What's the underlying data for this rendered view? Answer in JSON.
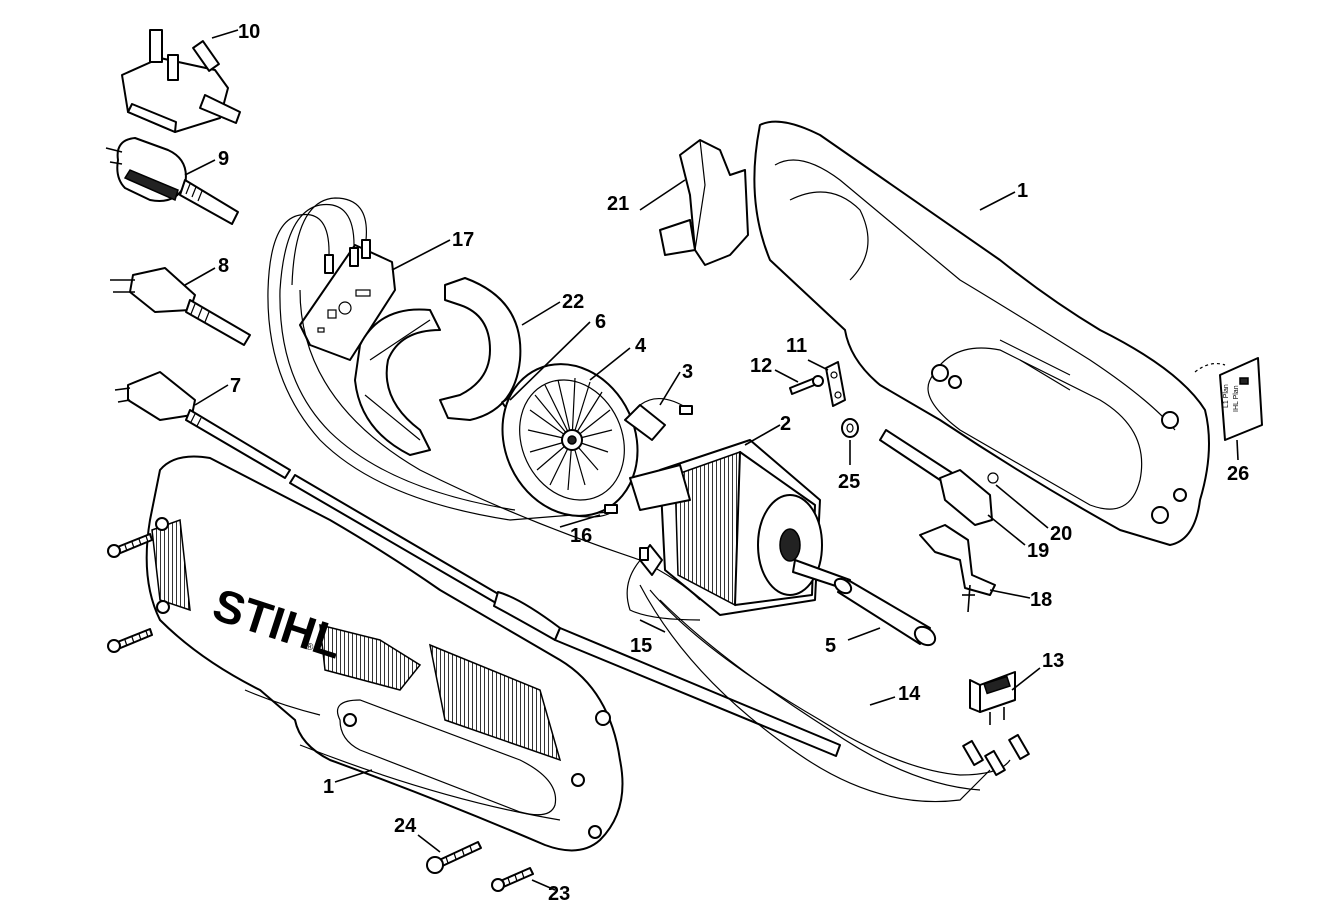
{
  "brand": "STIHL",
  "brand_mark": "®",
  "callouts": [
    "10",
    "9",
    "8",
    "7",
    "17",
    "22",
    "6",
    "4",
    "3",
    "2",
    "16",
    "15",
    "5",
    "21",
    "1",
    "11",
    "12",
    "25",
    "20",
    "19",
    "18",
    "26",
    "13",
    "14",
    "1",
    "24",
    "23"
  ],
  "label_26_text": [
    "L1 Plan",
    "IHL Plan"
  ]
}
